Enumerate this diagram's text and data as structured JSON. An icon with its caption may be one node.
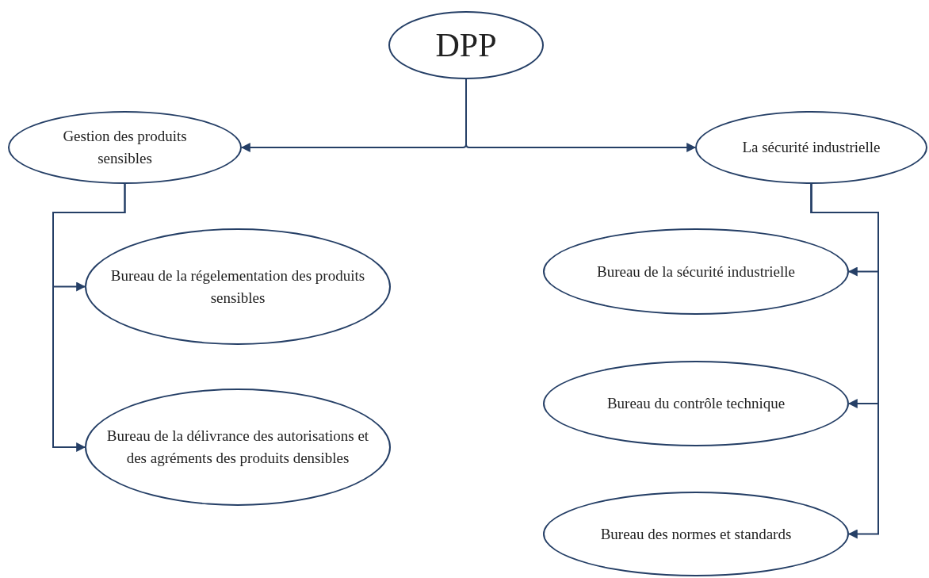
{
  "diagram": {
    "nodes": [
      {
        "text": [
          "DPP"
        ]
      },
      {
        "text": [
          "Gestion des produits sensibles"
        ]
      },
      {
        "text": [
          "La sécurité industrielle"
        ]
      },
      {
        "text": [
          "Bureau de la régelementation des produits sensibles"
        ]
      },
      {
        "text": [
          "Bureau de la délivrance des autorisations et des agréments des produits densibles"
        ]
      },
      {
        "text": [
          "Bureau de la sécurité industrielle"
        ]
      },
      {
        "text": [
          "Bureau du contrôle technique"
        ]
      },
      {
        "text": [
          "Bureau des normes et standards"
        ]
      }
    ],
    "edges": [
      {
        "from": 0,
        "to": 1,
        "arrow": "to"
      },
      {
        "from": 0,
        "to": 2,
        "arrow": "to"
      },
      {
        "from": 1,
        "to": 3,
        "arrow": "to"
      },
      {
        "from": 1,
        "to": 4,
        "arrow": "to"
      },
      {
        "from": 2,
        "to": 5,
        "arrow": "to"
      },
      {
        "from": 2,
        "to": 6,
        "arrow": "to"
      },
      {
        "from": 2,
        "to": 7,
        "arrow": "to"
      }
    ]
  }
}
